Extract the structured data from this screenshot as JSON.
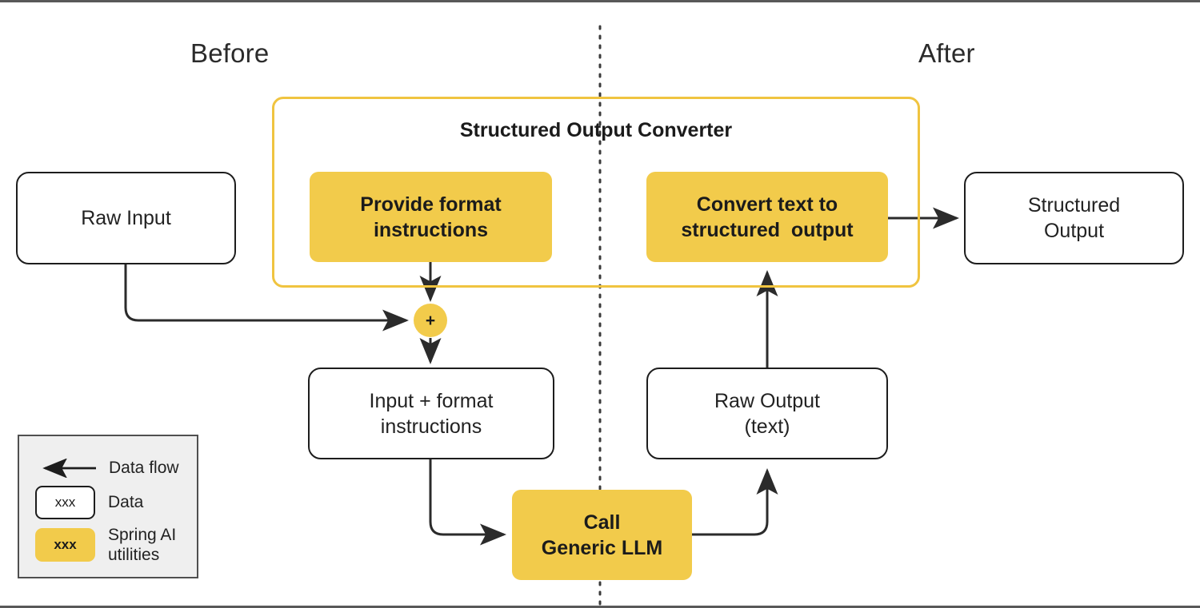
{
  "diagram": {
    "title_left": "Before",
    "title_right": "After",
    "divider": "vertical-dotted-divider"
  },
  "converter": {
    "title": "Structured Output Converter",
    "accent_color": "#F0C440",
    "fill_color": "#F2CB4B"
  },
  "nodes": {
    "raw_input": "Raw Input",
    "provide_format": "Provide format\ninstructions",
    "convert_text": "Convert text to\nstructured  output",
    "structured_output": "Structured\nOutput",
    "input_plus_format": "Input + format\ninstructions",
    "raw_output": "Raw Output\n(text)",
    "call_llm": "Call\nGeneric LLM",
    "merge_symbol": "+"
  },
  "node_lines": {
    "provide_format_l1": "Provide format",
    "provide_format_l2": "instructions",
    "convert_text_l1": "Convert text to",
    "convert_text_l2": "structured  output",
    "structured_output_l1": "Structured",
    "structured_output_l2": "Output",
    "input_plus_format_l1": "Input + format",
    "input_plus_format_l2": "instructions",
    "raw_output_l1": "Raw Output",
    "raw_output_l2": "(text)",
    "call_llm_l1": "Call",
    "call_llm_l2": "Generic LLM"
  },
  "legend": {
    "items": [
      {
        "kind": "arrow",
        "label": "Data flow",
        "chip": ""
      },
      {
        "kind": "data-box",
        "label": "Data",
        "chip": "xxx"
      },
      {
        "kind": "util-box",
        "label_l1": "Spring AI",
        "label_l2": "utilities",
        "chip": "xxx"
      }
    ]
  },
  "colors": {
    "yellow_fill": "#F2CB4B",
    "yellow_border": "#F0C440",
    "stroke": "#2b2b2b",
    "legend_bg": "#efefef"
  }
}
